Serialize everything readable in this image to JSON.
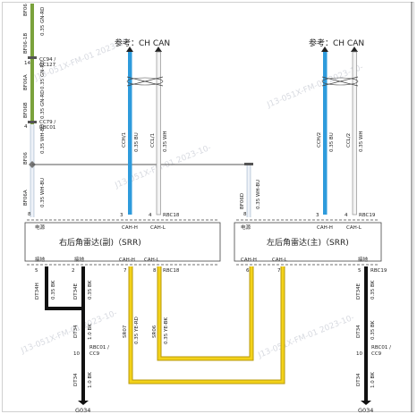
{
  "watermark": "J13-051X-FM-01 2023-10-",
  "ref_right": "参考：CH CAN",
  "ref_left": "参考：CH CAN",
  "left_column": {
    "conn_top": "BF06",
    "wire_top": "0.35 GN-RD",
    "splice1": "BF06-1B",
    "pin14": "14",
    "conn_cc94": "CC94 /",
    "conn_cc127": "CC127",
    "conn_bf06a": "BF06A",
    "wire_bf06a": "0.35 GN-RD",
    "conn_bf06b": "BF06B",
    "wire_bf06b": "0.35 GN-RD",
    "pin4": "4",
    "conn_cc79": "CC79 /",
    "conn_rbc01": "RBC01",
    "wire_whbu_top": "0.35 WH-BU",
    "conn_bf06": "BF06",
    "conn_bf06a_low": "BF06A",
    "wire_whbu_low": "0.35 WH-BU",
    "pin8": "8"
  },
  "right_radar": {
    "name": "右后角雷达(副)（SRR)",
    "power_label": "电源",
    "ground_label": "接地",
    "cah_h": "CAH-H",
    "cah_l": "CAH-L",
    "pin_top_h": "3",
    "pin_top_l": "4",
    "conn_top": "RBC18",
    "wire_top_h_circuit": "CCH/1",
    "wire_top_h_spec": "0.35 BU",
    "wire_top_l_circuit": "CCL/1",
    "wire_top_l_spec": "0.35 WH",
    "pin_gnd_a": "5",
    "pin_gnd_b": "2",
    "pin_bot_h": "7",
    "pin_bot_l": "8",
    "conn_bot": "RBC18",
    "gnd_wire_a_circuit": "DT34H",
    "gnd_wire_a_spec": "0.35 BK",
    "gnd_wire_b_circuit": "DT34E",
    "gnd_wire_b_spec": "0.35 BK",
    "gnd_trunk_circuit": "DT34",
    "gnd_trunk_spec": "1.0 BK",
    "pin10": "10",
    "conn_rbc01": "RBC01 /",
    "conn_cc9": "CC9",
    "gnd_out_circuit": "DT34",
    "gnd_out_spec": "1.0 BK",
    "ground_point": "G034",
    "sr_h_circuit": "SR07",
    "sr_h_spec": "0.35 YE-RD",
    "sr_l_circuit": "SR06",
    "sr_l_spec": "0.35 YE-BK"
  },
  "left_radar": {
    "name": "左后角雷达(主)（SRR)",
    "power_label": "电源",
    "ground_label": "接地",
    "cah_h": "CAH-H",
    "cah_l": "CAH-L",
    "pin_pwr": "8",
    "conn_pwr": "BF06D",
    "wire_pwr_spec": "0.35 WH-BU",
    "pin_top_h": "3",
    "pin_top_l": "4",
    "conn_top": "RBC19",
    "wire_top_h_circuit": "CCH/2",
    "wire_top_h_spec": "0.35 BU",
    "wire_top_l_circuit": "CCL/2",
    "wire_top_l_spec": "0.35 WH",
    "pin_bot_h": "6",
    "pin_bot_l": "7",
    "pin_gnd": "5",
    "conn_bot": "RBC19",
    "gnd_wire_circuit": "DT34E",
    "gnd_wire_spec": "0.35 BK",
    "gnd_trunk_circuit": "DT34",
    "gnd_trunk_spec": "0.35 BK",
    "pin10": "10",
    "conn_rbc01": "RBC01 /",
    "conn_cc9": "CC9",
    "gnd_out_circuit": "DT34",
    "gnd_out_spec": "1.0 BK",
    "ground_point": "G034"
  },
  "colors": {
    "can_high": "#2e9bdc",
    "can_low": "#f4f4f4",
    "can_low_edge": "#909090",
    "ground": "#111111",
    "power_green": "#7aa23c",
    "power_whbu": "#dfe7f1",
    "sensor_ye": "#f3d21a",
    "sensor_ye_edge": "#b89a08",
    "frame": "#444444"
  }
}
